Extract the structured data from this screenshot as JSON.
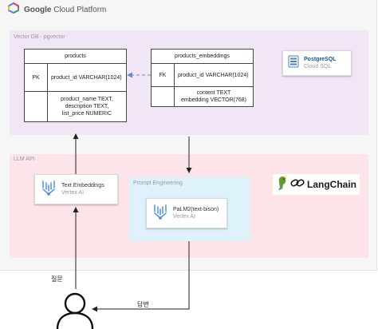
{
  "platform": {
    "brand": "Google",
    "title": "Cloud Platform"
  },
  "regions": {
    "vector_db": "Vector DB - pgvector",
    "llm_api": "LLM API",
    "prompt_engineering": "Prompt Engineering"
  },
  "products_table": {
    "name": "products",
    "rows": [
      {
        "key": "PK",
        "value": "product_id VARCHAR(1024)"
      },
      {
        "key": "",
        "value": "product_name TEXT,\ndescription TEXT,\nlist_price NUMERIC"
      }
    ]
  },
  "embeddings_table": {
    "name": "products_embeddings",
    "rows": [
      {
        "key": "FK",
        "value": "product_id VARCHAR(1024)"
      },
      {
        "key": "",
        "value": "content TEXT\nembedding VECTOR(768)"
      }
    ]
  },
  "services": {
    "postgres": {
      "name": "PostgreSQL",
      "sub": "Cloud SQL"
    },
    "text_embeddings": {
      "name": "Text Embeddings",
      "sub": "Vertex AI"
    },
    "palm2": {
      "name": "PaLM2(text-bison)",
      "sub": "Vertex AI"
    }
  },
  "langchain": {
    "name": "LangChain"
  },
  "flow": {
    "question": "질문",
    "answer": "답변"
  },
  "colors": {
    "vector_region": "#f1e6f5",
    "llm_region": "#fce4e8",
    "prompt_region": "#def2fb",
    "postgres_blue": "#0f5a9c",
    "arrow_dashed": "#6c8ebf"
  },
  "icons": [
    "gcp-logo-icon",
    "postgresql-icon",
    "vertex-ai-icon",
    "parrot-icon",
    "chain-link-icon",
    "user-icon"
  ]
}
